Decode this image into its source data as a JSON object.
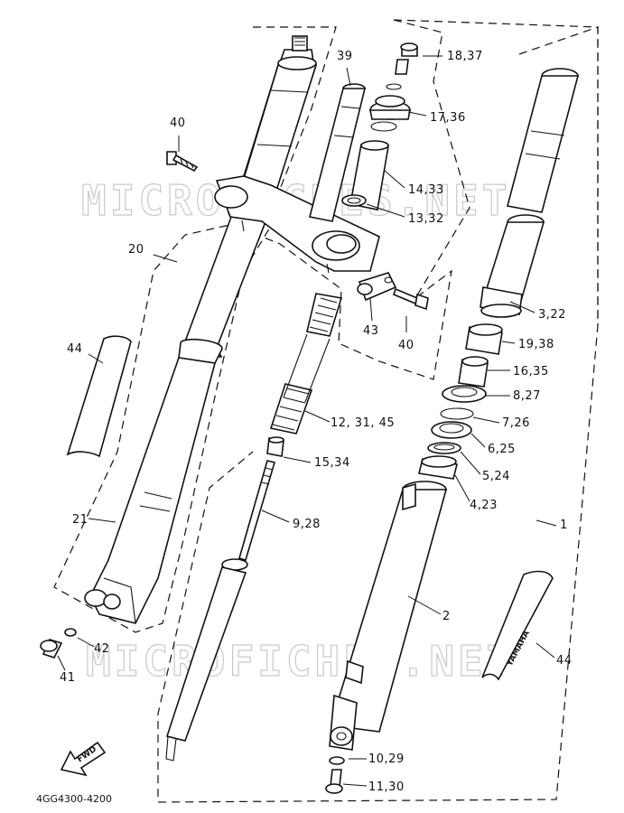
{
  "watermark": "MICROFICHES.NET",
  "diagram_code": "4GG4300-4200",
  "direction_label": "FWD",
  "brand_text": "YAMAHA",
  "callouts": [
    {
      "id": "c-18-37",
      "text": "18,37"
    },
    {
      "id": "c-39",
      "text": "39"
    },
    {
      "id": "c-40a",
      "text": "40"
    },
    {
      "id": "c-17-36",
      "text": "17,36"
    },
    {
      "id": "c-14-33",
      "text": "14,33"
    },
    {
      "id": "c-13-32",
      "text": "13,32"
    },
    {
      "id": "c-20",
      "text": "20"
    },
    {
      "id": "c-3-22",
      "text": "3,22"
    },
    {
      "id": "c-43",
      "text": "43"
    },
    {
      "id": "c-40b",
      "text": "40"
    },
    {
      "id": "c-44a",
      "text": "44"
    },
    {
      "id": "c-19-38",
      "text": "19,38"
    },
    {
      "id": "c-16-35",
      "text": "16,35"
    },
    {
      "id": "c-8-27",
      "text": "8,27"
    },
    {
      "id": "c-7-26",
      "text": "7,26"
    },
    {
      "id": "c-12-31-45",
      "text": "12, 31, 45"
    },
    {
      "id": "c-6-25",
      "text": "6,25"
    },
    {
      "id": "c-15-34",
      "text": "15,34"
    },
    {
      "id": "c-5-24",
      "text": "5,24"
    },
    {
      "id": "c-4-23",
      "text": "4,23"
    },
    {
      "id": "c-21",
      "text": "21"
    },
    {
      "id": "c-1",
      "text": "1"
    },
    {
      "id": "c-9-28",
      "text": "9,28"
    },
    {
      "id": "c-2",
      "text": "2"
    },
    {
      "id": "c-42",
      "text": "42"
    },
    {
      "id": "c-44b",
      "text": "44"
    },
    {
      "id": "c-41",
      "text": "41"
    },
    {
      "id": "c-10-29",
      "text": "10,29"
    },
    {
      "id": "c-11-30",
      "text": "11,30"
    }
  ]
}
